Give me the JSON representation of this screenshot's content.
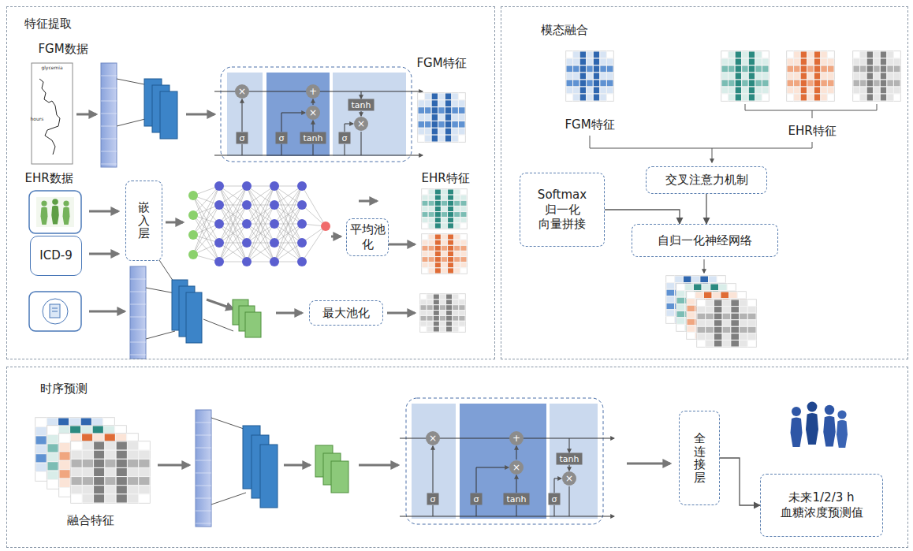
{
  "diagram": {
    "nodes": [
      {
        "text": [
          "特征提取"
        ]
      },
      {
        "text": [
          "ICD-9"
        ],
        "in": 0
      },
      {
        "text": [
          "嵌入层"
        ],
        "in": 0
      },
      {
        "text": [
          "平均池化"
        ],
        "in": 0
      },
      {
        "text": [
          "最大池化"
        ],
        "in": 0
      },
      {
        "text": [
          "模态融合"
        ]
      },
      {
        "text": [
          "Softmax 归一化 向量拼接"
        ],
        "in": 5
      },
      {
        "text": [
          "交叉注意力机制"
        ],
        "in": 5
      },
      {
        "text": [
          "自归一化神经网络"
        ],
        "in": 5
      },
      {
        "text": [
          "时序预测"
        ]
      },
      {
        "text": [
          "全连接层"
        ],
        "in": 9
      },
      {
        "text": [
          "未来1/2/3 h 血糖浓度预测值"
        ],
        "in": 9
      }
    ],
    "edges": [
      {
        "from": 6,
        "to": 8,
        "arrow": "to"
      },
      {
        "from": 7,
        "to": 8,
        "arrow": "to"
      },
      {
        "from": 10,
        "to": 11,
        "arrow": "to"
      }
    ],
    "labels": [
      "glycemia",
      "hours",
      "FGM数据",
      "FGM特征",
      "EHR数据",
      "EHR特征",
      "×",
      "+",
      "×",
      "tanh",
      "×",
      "σ",
      "σ",
      "tanh",
      "σ",
      "FGM特征",
      "EHR特征",
      "融合特征",
      "×",
      "+",
      "×",
      "tanh",
      "×",
      "σ",
      "σ",
      "tanh",
      "σ"
    ]
  }
}
